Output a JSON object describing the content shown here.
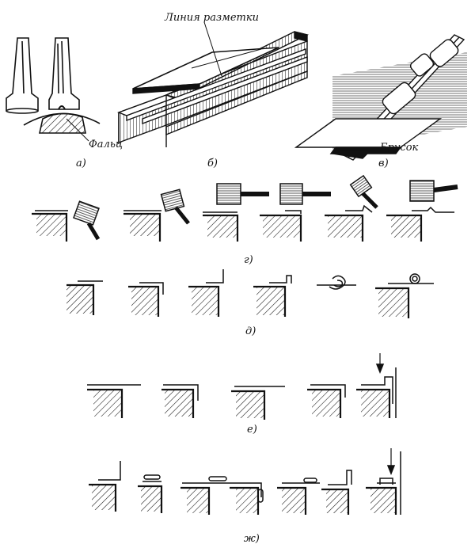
{
  "labels": {
    "marking_line": "Линия разметки",
    "seam": "Фальц",
    "bar": "Брусок"
  },
  "captions": {
    "a": "а)",
    "b": "б)",
    "v": "в)",
    "g": "г)",
    "d": "д)",
    "e": "е)",
    "zh": "ж)"
  },
  "colors": {
    "ink": "#111111",
    "wood": "#d9d2c4",
    "paper": "#ffffff"
  }
}
